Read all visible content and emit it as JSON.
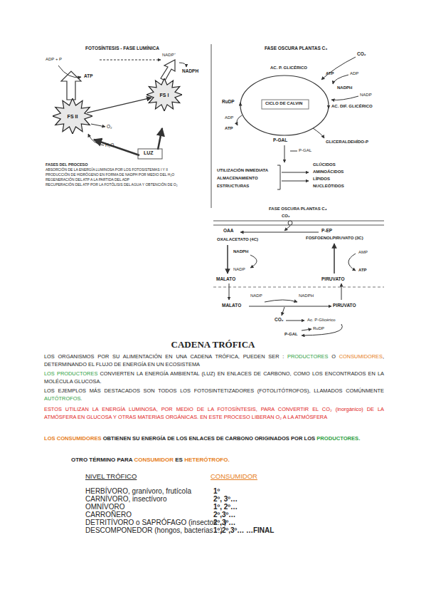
{
  "diagram": {
    "title": "CADENA TRÓFICA",
    "nodes": [
      {
        "text": [
          "FS II"
        ]
      },
      {
        "text": [
          "FS I"
        ]
      }
    ],
    "edges": [
      {
        "from": 0,
        "to": 1,
        "arrow": "to"
      }
    ],
    "labels": [
      "FOTOSÍNTESIS - FASE LUMÍNICA",
      "ADP + P",
      "ATP",
      "NADP⁺",
      "NADPH",
      "H₂O",
      "O₂",
      "LUZ",
      "FASES DEL PROCESO",
      "ABSORCIÓN DE LA ENERGÍA LUMINOSA POR LOS FOTOSISTEMAS I Y II",
      "PRODUCCIÓN DE HIDRÓGENO EN FORMA DE NADPH POR MEDIO DEL H₂O",
      "REGENERACIÓN DEL ATP A LA PARTIDA DEL ADP",
      "RECUPERACIÓN DEL ATP POR LA FOTÓLISIS DEL AGUA Y OBTENCIÓN DE O₂",
      "FASE OSCURA PLANTAS C₃",
      "AC. P. GLICÉRICO",
      "ATP",
      "ADP",
      "NADPH",
      "NADP",
      "AC. DIF. GLICÉRICO",
      "RuDP",
      "CO₂",
      "ADP",
      "ATP",
      "CICLO DE CALVIN",
      "P-GAL",
      "GLICERALDEHÍDO-P",
      "P-GAL",
      "UTILIZACIÓN INMEDIATA",
      "ALMACENAMIENTO",
      "ESTRUCTURAS",
      "GLÚCIDOS",
      "AMINOÁCIDOS",
      "LÍPIDOS",
      "NUCLEÓTIDOS",
      "FASE OSCURA PLANTAS C₄",
      "CO₂",
      "OAA",
      "OXALACETATO (4C)",
      "P-EP",
      "FOSFOENOLPIRUVATO (3C)",
      "NADPH",
      "NADP",
      "AMP",
      "ATP",
      "MALATO",
      "PIRUVATO",
      "MALATO",
      "NADP",
      "NADPH",
      "PIRUVATO",
      "CO₂",
      "Ac. P-Glicérico",
      "RuDP",
      "P-GAL",
      "LOS ORGANISMOS POR SU ALIMENTACIÓN EN UNA CADENA TRÓFICA,  PUEDEN SER : ",
      "PRODUCTORES",
      " O ",
      "CONSUMIDORES",
      ", DETERMINANDO EL FLUJO DE ENERGÍA EN UN ECOSISTEMA",
      "LOS PRODUCTORES",
      " CONVIERTEN LA ENERGÍA AMBIENTAL (LUZ) EN ENLACES DE CARBONO, COMO LOS ENCONTRADOS EN LA MOLÉCULA GLUCOSA.",
      "LOS EJEMPLOS MÁS DESTACADOS SON TODOS LOS FOTOSINTETIZADORES (FOTOLITÓTROFOS), LLAMADOS COMÚNMENTE ",
      "AUTÓTROFOS.",
      "ESTOS UTILIZAN LA ENERGÍA LUMINOSA, POR MEDIO DE LA FOTOSÍNTESIS, PARA CONVERTIR EL CO₂ (inorgánico) DE LA ATMÓSFERA EN GLUCOSA Y OTRAS MATERIAS ORGÁNICAS. EN ESTE PROCESO LIBERAN O₂ A LA ATMÓSFERA",
      "LOS CONSUMIDORES",
      " OBTIENEN SU ENERGÍA DE LOS ENLACES DE CARBONO ORIGINADOS POR LOS ",
      "PRODUCTORES.",
      "OTRO TÉRMINO PARA ",
      "CONSUMIDOR",
      " ES ",
      "HETERÓTROFO.",
      "NIVEL TRÓFICO",
      "CONSUMIDOR",
      "HERBÍVORO, granívoro, frutícola",
      "1º",
      "CARNÍVORO, insectívoro",
      "2º, 3º…",
      "OMNÍVORO",
      "1º, 2º…",
      "CARROÑERO",
      "2º,3º…",
      "DETRITÍVORO o SAPRÓFAGO (insectos…)",
      "2º,3º…",
      "DESCOMPONEDOR (hongos, bacterias…)",
      "1º,2º,3º… …FINAL"
    ]
  }
}
